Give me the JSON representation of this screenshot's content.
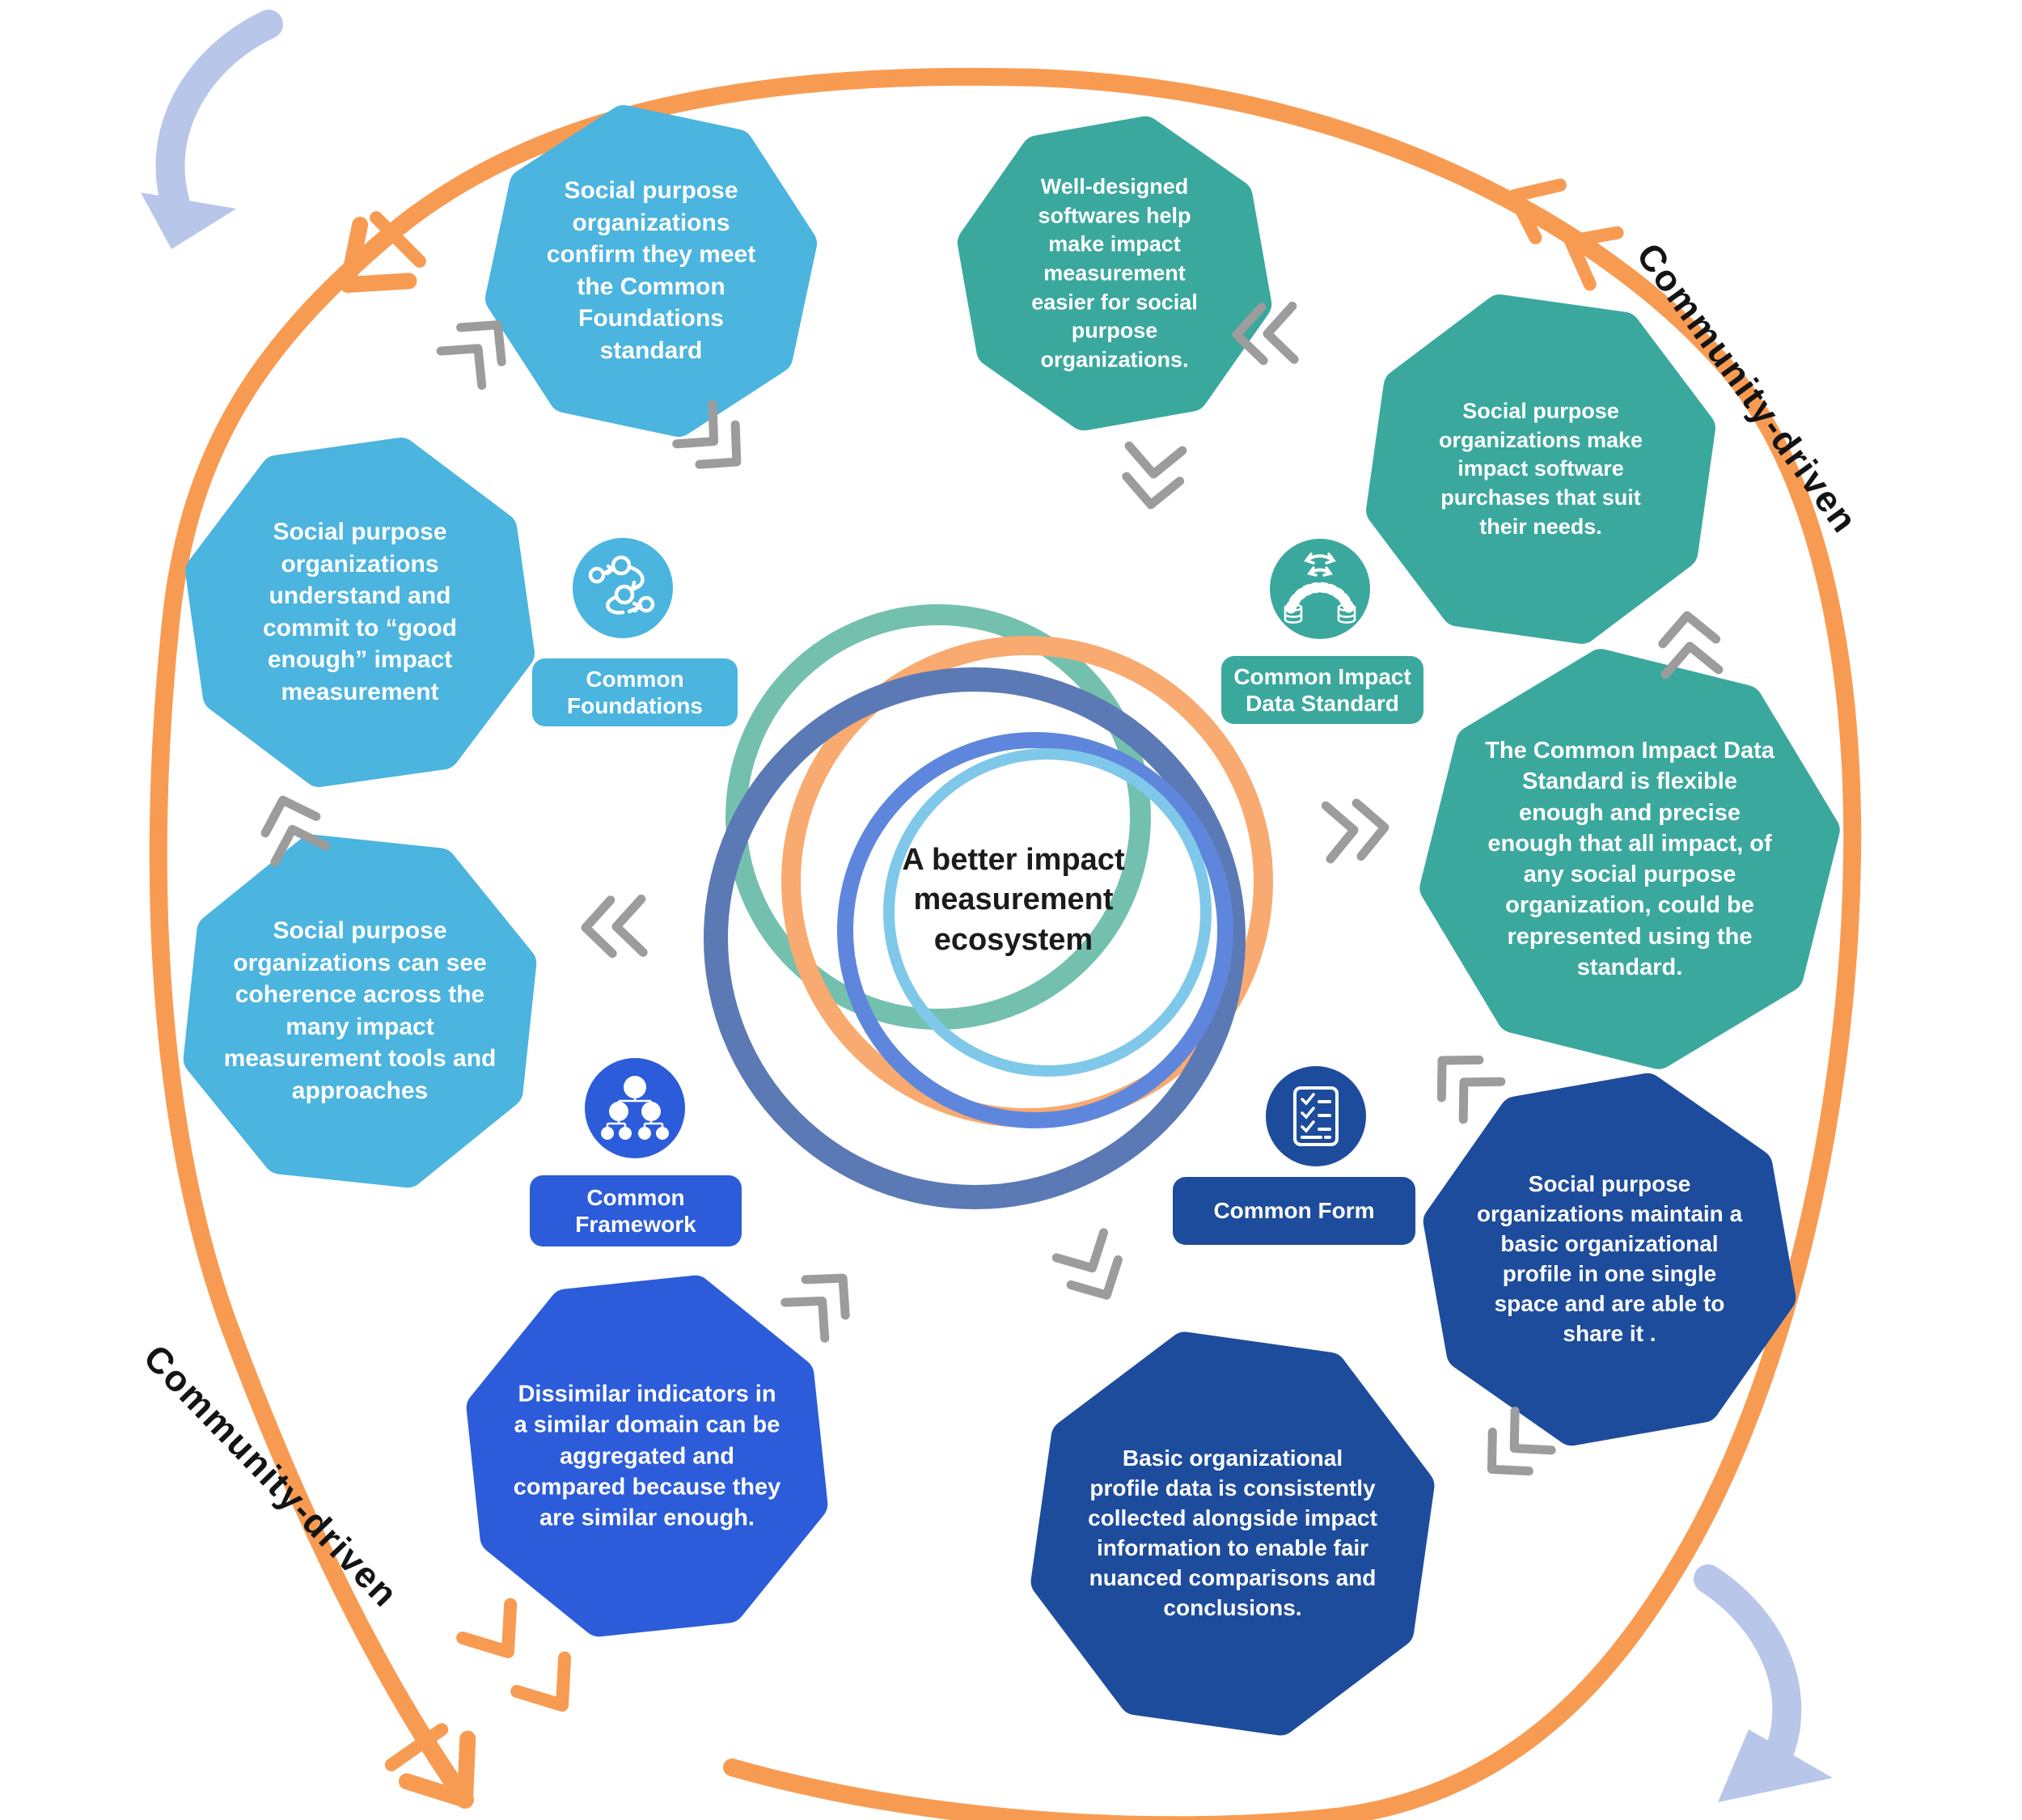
{
  "center": {
    "title": "A better impact measurement ecosystem"
  },
  "ring_labels": {
    "top_right": "Community-driven",
    "bottom_left": "Community-driven"
  },
  "standards": [
    {
      "label": "Common Foundations",
      "color": "#4BB4DF",
      "icon": "journey-path-icon"
    },
    {
      "label": "Common Impact Data Standard",
      "color": "#3BA89E",
      "icon": "data-exchange-icon"
    },
    {
      "label": "Common Framework",
      "color": "#2C5CD9",
      "icon": "hierarchy-tree-icon"
    },
    {
      "label": "Common Form",
      "color": "#1E4C9C",
      "icon": "checklist-icon"
    }
  ],
  "outcomes": [
    {
      "group": "Common Foundations",
      "text": "Social purpose organizations confirm they meet the Common Foundations standard"
    },
    {
      "group": "Common Foundations",
      "text": "Social purpose organizations understand and commit to “good enough” impact measurement"
    },
    {
      "group": "Common Framework",
      "text": "Social purpose organizations can see coherence across the many impact measurement  tools and approaches"
    },
    {
      "group": "Common Impact Data Standard",
      "text": "Well-designed softwares help make impact measurement easier for social purpose organizations."
    },
    {
      "group": "Common Impact Data Standard",
      "text": "Social purpose organizations make impact software purchases that suit their needs."
    },
    {
      "group": "Common Impact Data Standard",
      "text": "The Common Impact Data Standard is flexible enough and precise enough that all impact, of any social purpose organization, could be represented using the standard."
    },
    {
      "group": "Common Form",
      "text": "Social purpose organizations maintain a basic organizational profile in one single space and are able to share it ."
    },
    {
      "group": "Common Form",
      "text": "Basic organizational profile data is consistently collected alongside impact information to enable fair nuanced comparisons and conclusions."
    },
    {
      "group": "Common Framework",
      "text": "Dissimilar indicators in a similar domain can be aggregated and compared because they are similar enough."
    }
  ],
  "colors": {
    "light_blue": "#4BB4DF",
    "teal": "#3BA89E",
    "royal_blue": "#2C5CD9",
    "navy": "#1E4C9C",
    "orange": "#F89B52",
    "periwinkle": "#B7C6E9",
    "chevron_gray": "#9C9C9C",
    "ring_slate": "#5B79B5",
    "ring_teal": "#74C0AE",
    "ring_orange": "#F8AA70",
    "ring_royal": "#5E86DC",
    "ring_sky": "#7FC8EA"
  }
}
